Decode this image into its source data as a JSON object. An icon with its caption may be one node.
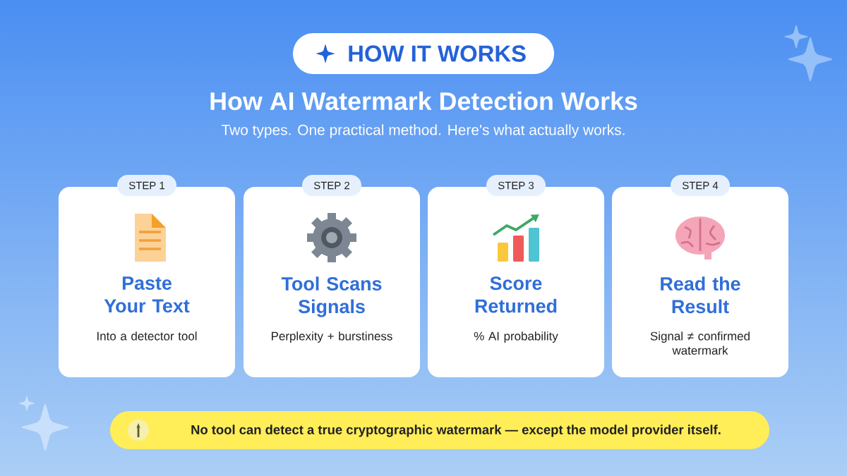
{
  "diagram": {
    "title": "How AI Watermark Detection Works",
    "nodes": [
      {
        "text": [
          "HOW IT WORKS"
        ]
      },
      {
        "text": [
          "STEP 1",
          "Paste Your Text",
          "Into a detector tool"
        ]
      },
      {
        "text": [
          "STEP 2",
          "Tool Scans Signals",
          "Perplexity + burstiness"
        ]
      },
      {
        "text": [
          "STEP 3",
          "Score Returned",
          "% AI probability"
        ]
      },
      {
        "text": [
          "STEP 4",
          "Read the Result",
          "Signal ≠ confirmed watermark"
        ]
      },
      {
        "text": [
          "No tool can detect a true cryptographic watermark — except the model provider itself."
        ]
      }
    ],
    "labels": [
      "Two types. One practical method. Here's what actually works."
    ]
  }
}
